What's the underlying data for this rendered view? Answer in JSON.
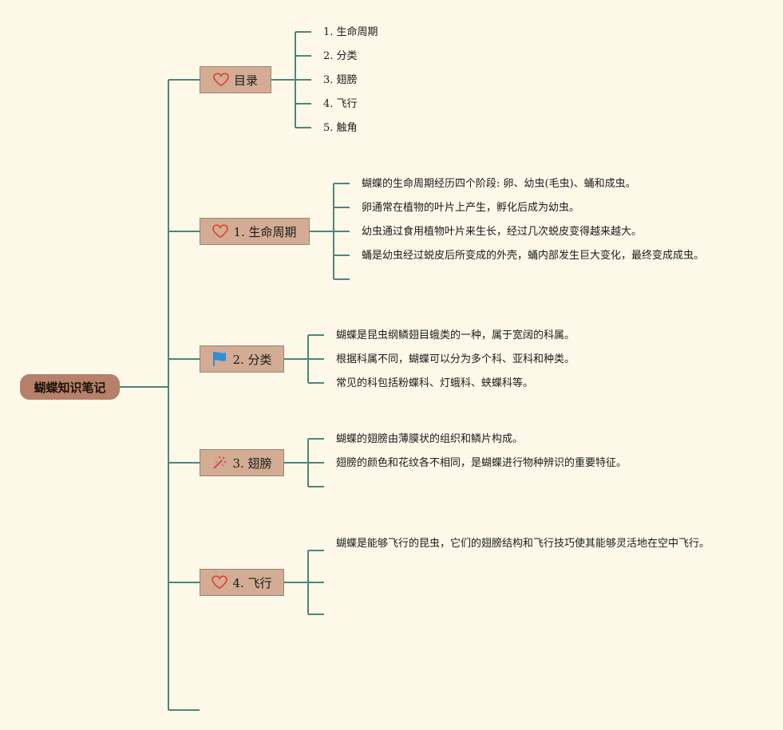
{
  "root": {
    "label": "蝴蝶知识笔记"
  },
  "toc": {
    "label": "目录",
    "icon": "heart-icon",
    "items": [
      "1. 生命周期",
      "2. 分类",
      "3. 翅膀",
      "4. 飞行",
      "5. 触角"
    ]
  },
  "lifecycle": {
    "label": "1. 生命周期",
    "icon": "heart-icon",
    "items": [
      "蝴蝶的生命周期经历四个阶段: 卵、幼虫(毛虫)、蛹和成虫。",
      "卵通常在植物的叶片上产生，孵化后成为幼虫。",
      "幼虫通过食用植物叶片来生长，经过几次蜕皮变得越来越大。",
      "蛹是幼虫经过蜕皮后所变成的外壳，蛹内部发生巨大变化，最终变成成虫。"
    ]
  },
  "classification": {
    "label": "2. 分类",
    "icon": "flag-icon",
    "items": [
      "蝴蝶是昆虫纲鳞翅目蛾类的一种，属于宽阔的科属。",
      "根据科属不同，蝴蝶可以分为多个科、亚科和种类。",
      "常见的科包括粉蝶科、灯蛾科、蛱蝶科等。"
    ]
  },
  "wings": {
    "label": "3. 翅膀",
    "icon": "magic-wand-icon",
    "items": [
      "蝴蝶的翅膀由薄膜状的组织和鳞片构成。",
      "翅膀的颜色和花纹各不相同，是蝴蝶进行物种辨识的重要特征。"
    ]
  },
  "flight": {
    "label": "4. 飞行",
    "icon": "heart-icon",
    "items": [
      "蝴蝶是能够飞行的昆虫，它们的翅膀结构和飞行技巧使其能够灵活地在空中飞行。"
    ]
  },
  "colors": {
    "background": "#fdf8e8",
    "line": "#4d8679",
    "root_fill": "#b6806a",
    "topic_fill": "#d3ac93",
    "heart": "#d9452f",
    "flag": "#2e8fd6",
    "wand": "#e0405a"
  }
}
